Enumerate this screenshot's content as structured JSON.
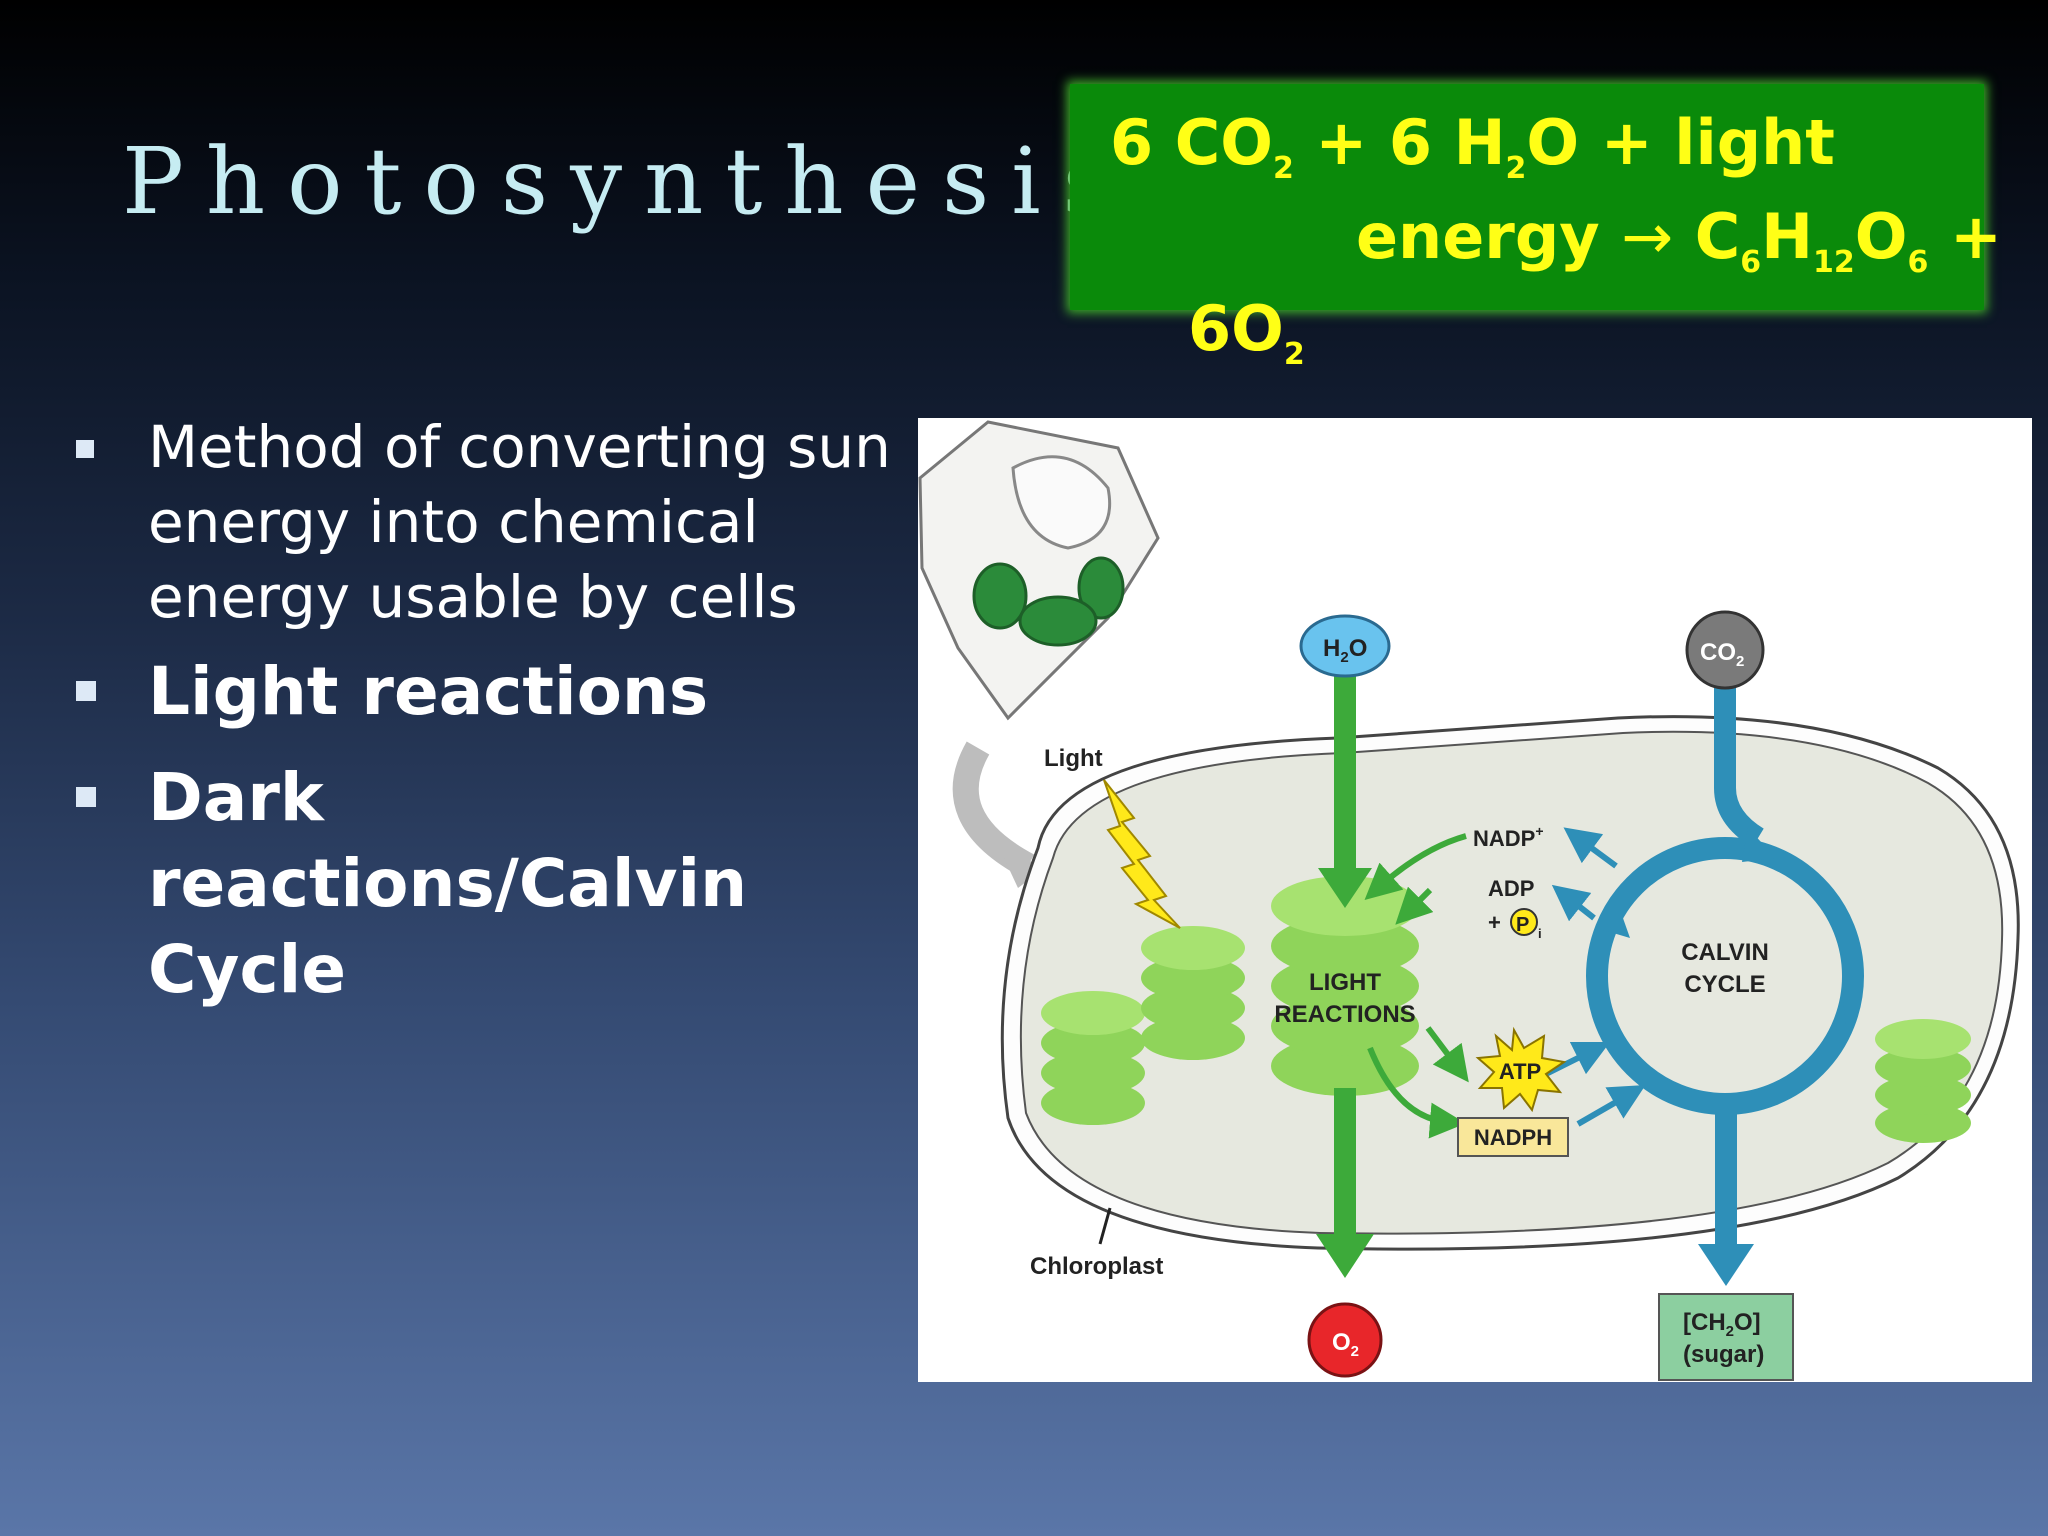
{
  "slide": {
    "title": "Photosynthesis",
    "equation": {
      "line1_prefix": "6 CO",
      "line1_sub1": "2",
      "line1_mid": " + 6 H",
      "line1_sub2": "2",
      "line1_suffix": "O + light",
      "line2_word": "energy ",
      "arrow": "→",
      "line2_c": " C",
      "line2_sub_c": "6",
      "line2_h": "H",
      "line2_sub_h": "12",
      "line2_o": "O",
      "line2_sub_o": "6",
      "line2_plus": " +",
      "line3_text": "6O",
      "line3_sub": "2"
    },
    "bullets": [
      "Method of converting sun energy into chemical energy usable by cells",
      "Light reactions",
      "Dark reactions/Calvin Cycle"
    ]
  },
  "diagram": {
    "colors": {
      "green_arrow": "#3daa3a",
      "blue_cycle": "#2e8fb8",
      "thylakoid": "#8fd45a",
      "stroma": "#e6e8df"
    },
    "labels": {
      "light": "Light",
      "h2o": "H",
      "h2o_sub": "2",
      "h2o_o": "O",
      "co2": "CO",
      "co2_sub": "2",
      "nadp": "NADP",
      "nadp_sup": "+",
      "adp": "ADP",
      "pi_plus": "+",
      "pi": "P",
      "pi_sub": "i",
      "light_reactions_1": "LIGHT",
      "light_reactions_2": "REACTIONS",
      "calvin_1": "CALVIN",
      "calvin_2": "CYCLE",
      "atp": "ATP",
      "nadph": "NADPH",
      "chloroplast": "Chloroplast",
      "o2": "O",
      "o2_sub": "2",
      "sugar_1a": "[CH",
      "sugar_1sub": "2",
      "sugar_1b": "O]",
      "sugar_2": "(sugar)"
    }
  }
}
